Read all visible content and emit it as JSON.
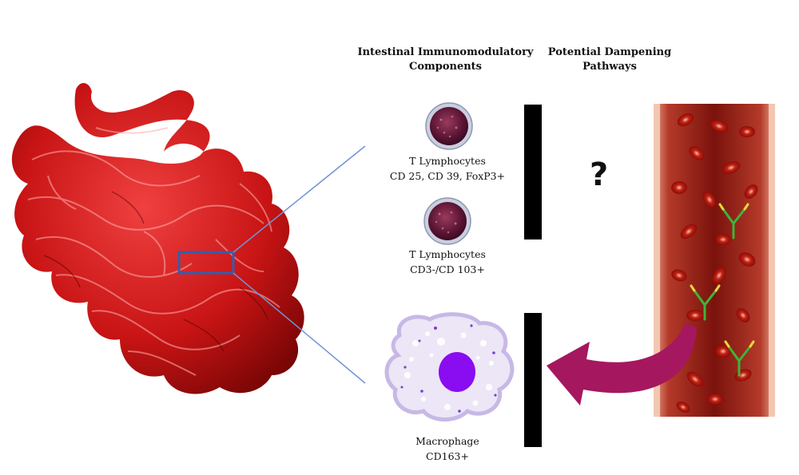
{
  "headers": {
    "components_line1": "Intestinal Immunomodulatory",
    "components_line2": "Components",
    "pathways_line1": "Potential Dampening",
    "pathways_line2": "Pathways"
  },
  "cells": {
    "t_lymph_1": {
      "name": "T Lymphocytes",
      "markers": "CD 25, CD 39, FoxP3+"
    },
    "t_lymph_2": {
      "name": "T Lymphocytes",
      "markers": "CD3-/CD 103+"
    },
    "macrophage": {
      "name": "Macrophage",
      "markers": "CD163+"
    }
  },
  "question_mark": "?",
  "colors": {
    "intestine": "#d01818",
    "highlight_box": "#2f5fb0",
    "zoom_lines": "#6f95d4",
    "barrier": "#000000",
    "arrow": "#a5175f",
    "macrophage_nucleus": "#8a0cf0",
    "antibody": "#3bb53b"
  }
}
